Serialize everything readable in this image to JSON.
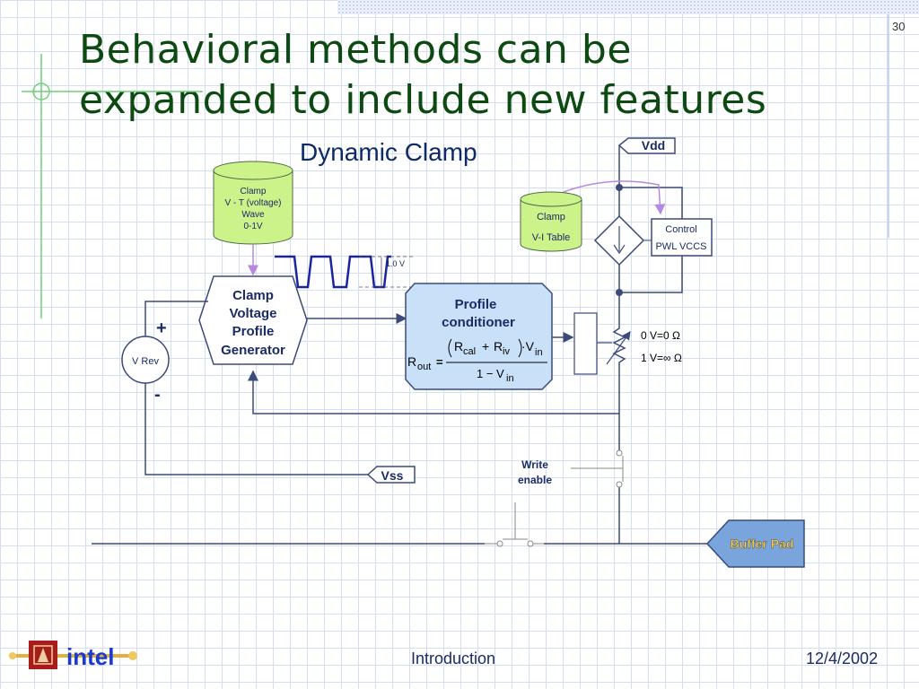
{
  "slide": {
    "page_number": "30",
    "title_line1": "Behavioral methods can be",
    "title_line2": "expanded to include new features",
    "subtitle": "Dynamic Clamp"
  },
  "diagram": {
    "clamp_vt_db": {
      "line1": "Clamp",
      "line2": "V - T (voltage)",
      "line3": "Wave",
      "line4": "0-1V"
    },
    "clamp_vi_db": {
      "line1": "Clamp",
      "line2": "V-I Table"
    },
    "generator": {
      "line1": "Clamp",
      "line2": "Voltage",
      "line3": "Profile",
      "line4": "Generator"
    },
    "conditioner": {
      "line1": "Profile",
      "line2": "conditioner"
    },
    "formula": {
      "rout": "R",
      "rout_sub": "out",
      "eq": "=",
      "rcal": "R",
      "rcal_sub": "cal",
      "plus": "+",
      "riv": "R",
      "riv_sub": "iv",
      "dot_v": "·V",
      "vin_sub": "in",
      "den": "1 − V",
      "den_sub": "in"
    },
    "waveform_label": "1.0 V",
    "vrev": {
      "label": "V Rev",
      "plus": "+",
      "minus": "-"
    },
    "vdd": "Vdd",
    "vss": "Vss",
    "control": {
      "line1": "Control",
      "line2": "PWL VCCS"
    },
    "resistor_notes": {
      "line1": "0 V=0 Ω",
      "line2": "1 V=∞  Ω"
    },
    "write_enable": {
      "line1": "Write",
      "line2": "enable"
    },
    "buffer_pad": "Buffer Pad"
  },
  "footer": {
    "center": "Introduction",
    "date": "12/4/2002",
    "logo_text": "intel"
  },
  "colors": {
    "title": "#0d4a12",
    "db_fill": "#ccf28a",
    "conditioner_fill": "#c8e0f8",
    "wire": "#3a4a7a",
    "pad_fill": "#7aa4dc",
    "pad_text": "#ffd24a",
    "arrow_lavender": "#b48ae0"
  }
}
